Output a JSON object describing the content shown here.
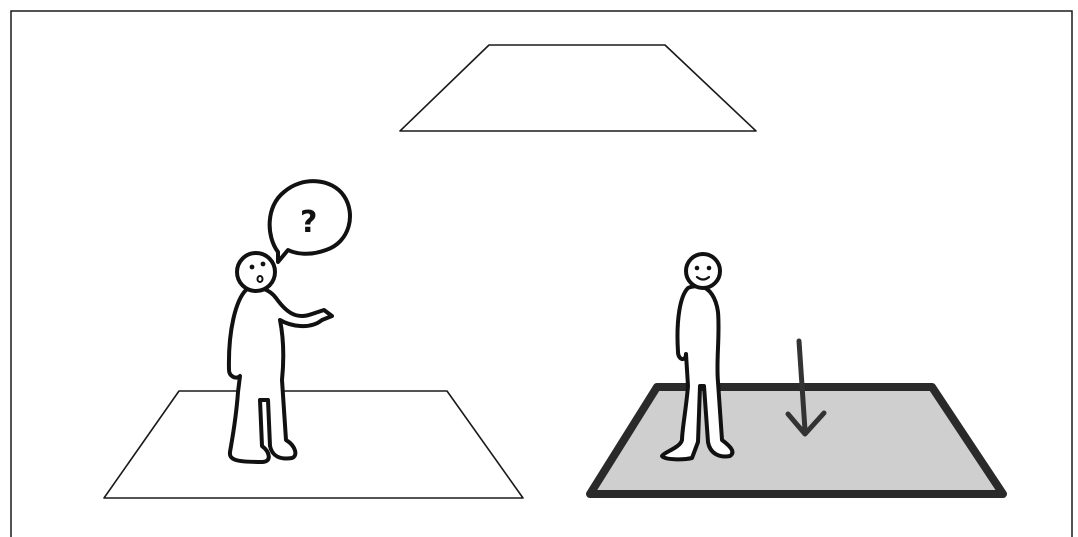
{
  "illustration": {
    "frame": "border-left-top-right",
    "question_mark": "?",
    "colors": {
      "line": "#1a1a1a",
      "floor_fill": "#cfcfcf",
      "arrow": "#333333",
      "background": "#ffffff"
    },
    "icons": {
      "empty_surface": "ceiling-plane",
      "left_figure": "confused-person-pointing",
      "speech_bubble": "question-speech-bubble",
      "right_figure": "smiling-person-standing",
      "arrow": "down-arrow"
    }
  }
}
